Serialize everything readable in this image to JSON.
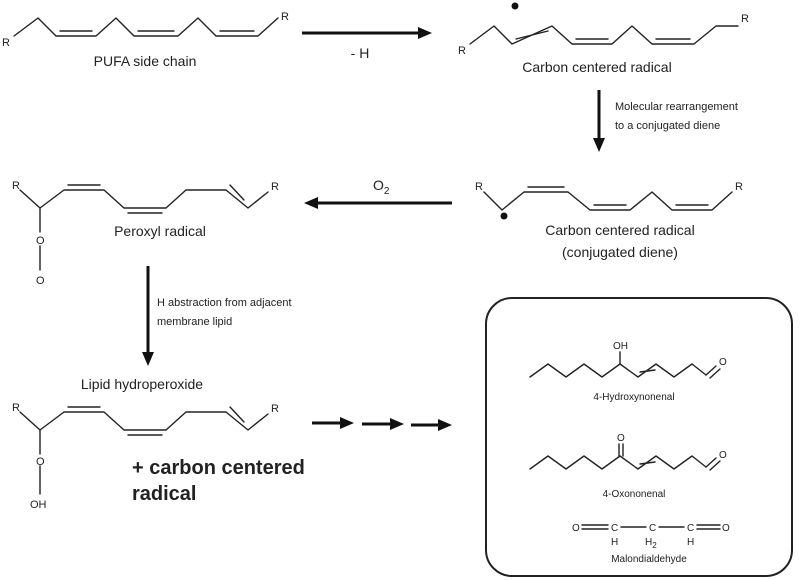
{
  "diagram": {
    "pufa_label": "PUFA side chain",
    "step1_reagent": "- H",
    "carbon_radical_label": "Carbon centered radical",
    "rearrangement_line1": "Molecular rearrangement",
    "rearrangement_line2": "to a conjugated diene",
    "o2_main": "O",
    "o2_sub": "2",
    "conj_radical_line1": "Carbon centered radical",
    "conj_radical_line2": "(conjugated diene)",
    "peroxyl_label": "Peroxyl radical",
    "abstraction_line1": "H abstraction from adjacent",
    "abstraction_line2": "membrane lipid",
    "hydroperoxide_label": "Lipid hydroperoxide",
    "plus_line1": "+ carbon centered",
    "plus_line2": "radical",
    "atom_R": "R",
    "atom_O": "O",
    "atom_OH": "OH"
  },
  "products": {
    "hne_label": "4-Hydroxynonenal",
    "hne_oh": "OH",
    "hne_o": "O",
    "one_label": "4-Oxononenal",
    "one_o_keto": "O",
    "one_o_ald": "O",
    "mda_label": "Malondialdehyde",
    "mda_o_left": "O",
    "mda_o_right": "O",
    "mda_c1": "C",
    "mda_c2": "C",
    "mda_c3": "C",
    "mda_h_left": "H",
    "mda_h2_main": "H",
    "mda_h2_sub": "2",
    "mda_h_right": "H"
  }
}
